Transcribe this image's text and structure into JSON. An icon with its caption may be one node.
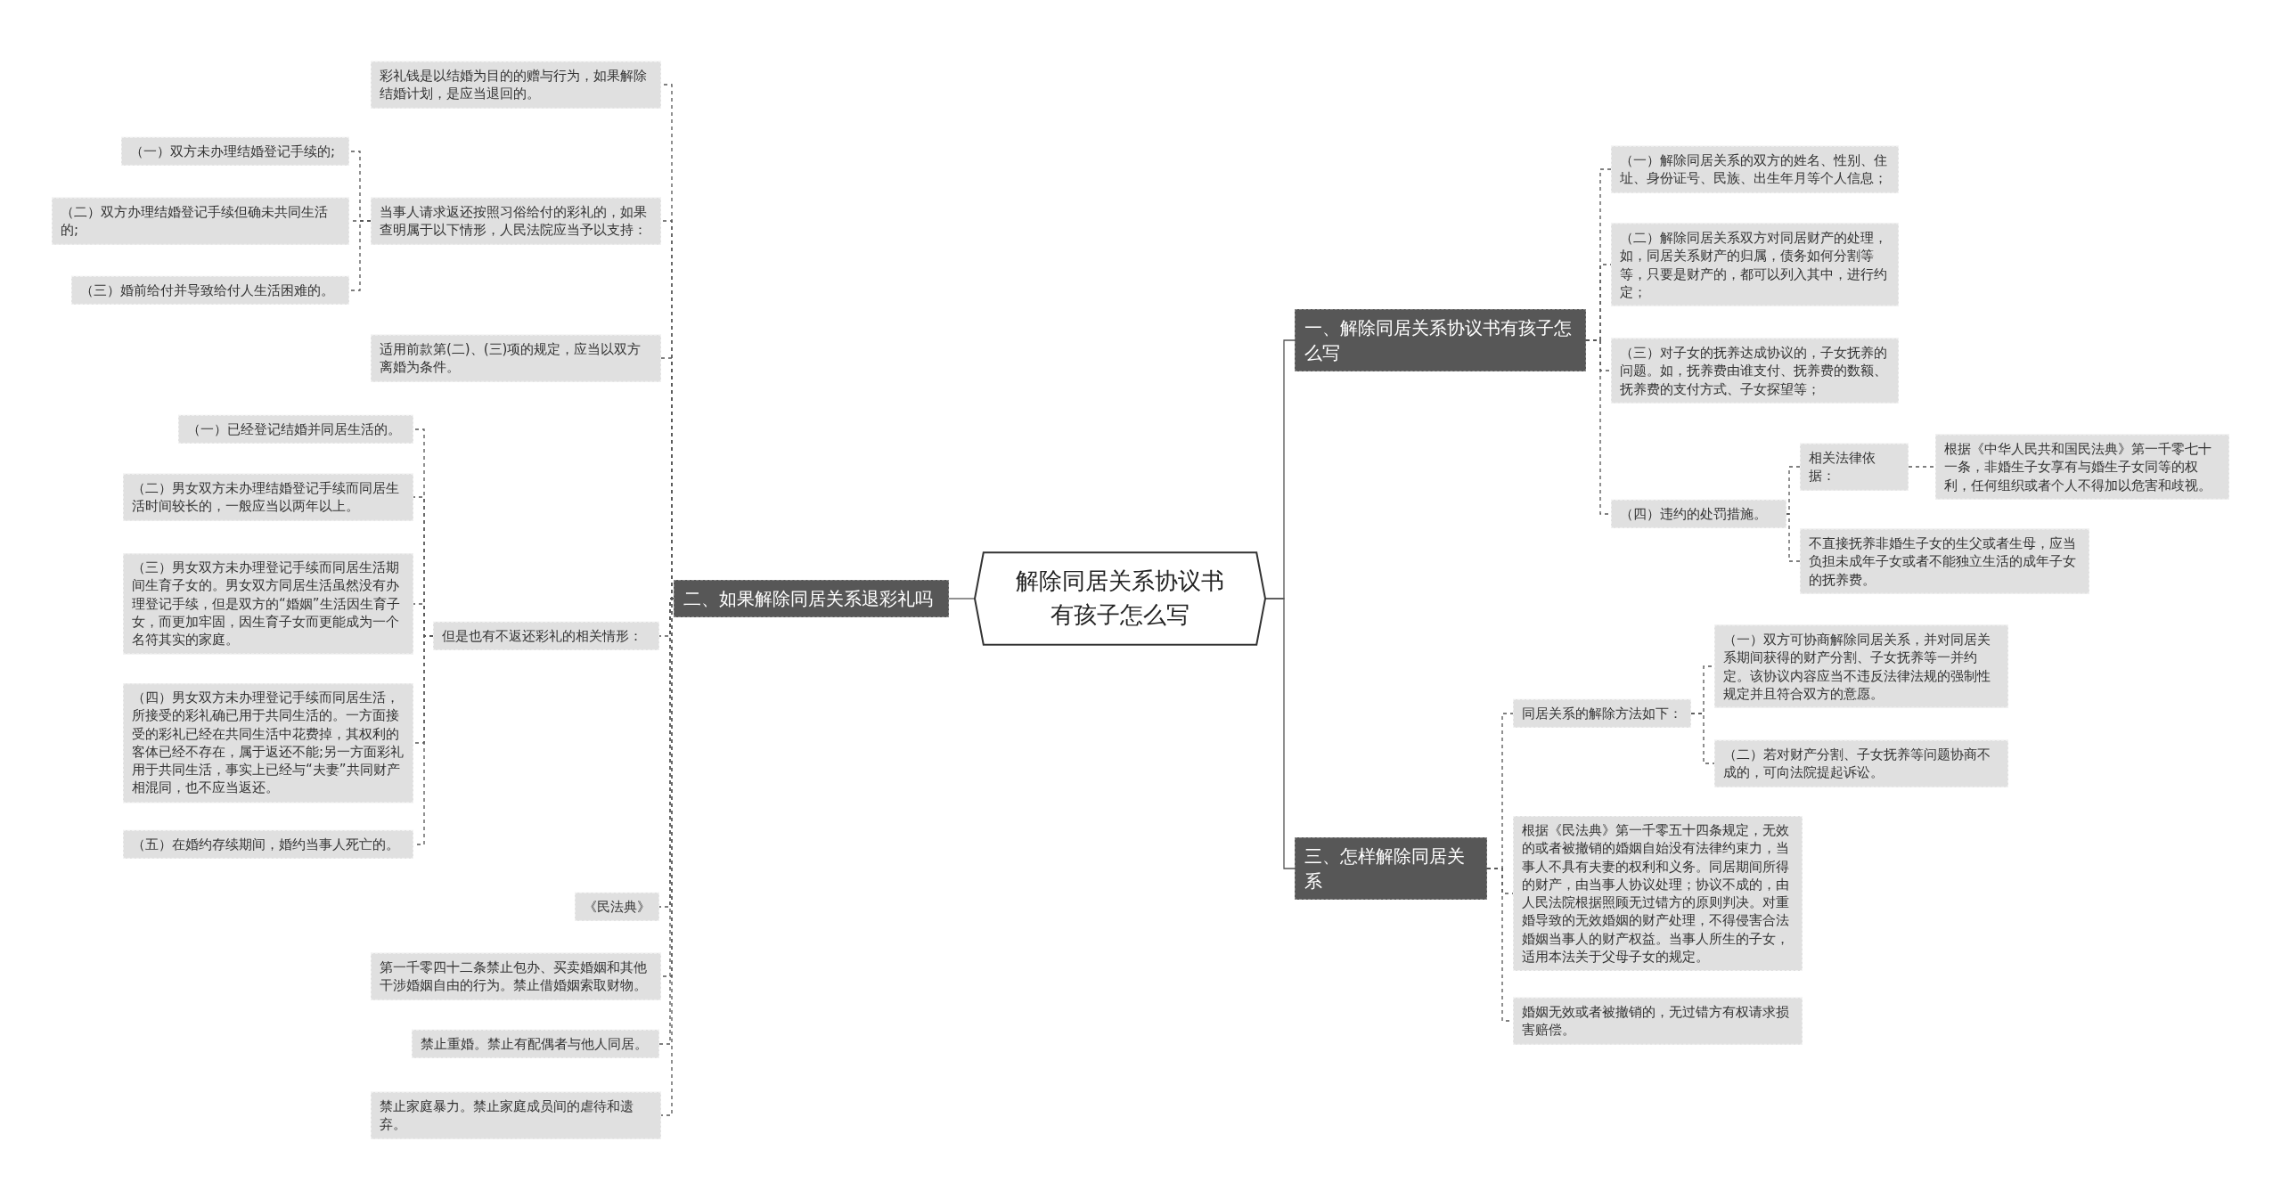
{
  "diagram": {
    "nodes": [
      {
        "text": [
          "解除同居关系协议书有孩子怎么写"
        ]
      },
      {
        "text": [
          "一、解除同居关系协议书有孩子怎么写"
        ]
      },
      {
        "text": [
          "（一）解除同居关系的双方的姓名、性别、住址、身份证号、民族、出生年月等个人信息；"
        ]
      },
      {
        "text": [
          "（二）解除同居关系双方对同居财产的处理，如，同居关系财产的归属，债务如何分割等等，只要是财产的，都可以列入其中，进行约定；"
        ]
      },
      {
        "text": [
          "（三）对子女的抚养达成协议的，子女抚养的问题。如，抚养费由谁支付、抚养费的数额、抚养费的支付方式、子女探望等；"
        ]
      },
      {
        "text": [
          "（四）违约的处罚措施。"
        ]
      },
      {
        "text": [
          "相关法律依据："
        ]
      },
      {
        "text": [
          "根据《中华人民共和国民法典》第一千零七十一条，非婚生子女享有与婚生子女同等的权利，任何组织或者个人不得加以危害和歧视。"
        ]
      },
      {
        "text": [
          "不直接抚养非婚生子女的生父或者生母，应当负担未成年子女或者不能独立生活的成年子女的抚养费。"
        ]
      },
      {
        "text": [
          "三、怎样解除同居关系"
        ]
      },
      {
        "text": [
          "同居关系的解除方法如下："
        ]
      },
      {
        "text": [
          "（一）双方可协商解除同居关系，并对同居关系期间获得的财产分割、子女抚养等一并约定。该协议内容应当不违反法律法规的强制性规定并且符合双方的意愿。"
        ]
      },
      {
        "text": [
          "（二）若对财产分割、子女抚养等问题协商不成的，可向法院提起诉讼。"
        ]
      },
      {
        "text": [
          "根据《民法典》第一千零五十四条规定，无效的或者被撤销的婚姻自始没有法律约束力，当事人不具有夫妻的权利和义务。同居期间所得的财产，由当事人协议处理；协议不成的，由人民法院根据照顾无过错方的原则判决。对重婚导致的无效婚姻的财产处理，不得侵害合法婚姻当事人的财产权益。当事人所生的子女，适用本法关于父母子女的规定。"
        ]
      },
      {
        "text": [
          "婚姻无效或者被撤销的，无过错方有权请求损害赔偿。"
        ]
      },
      {
        "text": [
          "二、如果解除同居关系退彩礼吗"
        ]
      },
      {
        "text": [
          "彩礼钱是以结婚为目的的赠与行为，如果解除结婚计划，是应当退回的。"
        ]
      },
      {
        "text": [
          "当事人请求返还按照习俗给付的彩礼的，如果查明属于以下情形，人民法院应当予以支持："
        ]
      },
      {
        "text": [
          "（一）双方未办理结婚登记手续的;"
        ]
      },
      {
        "text": [
          "（二）双方办理结婚登记手续但确未共同生活的;"
        ]
      },
      {
        "text": [
          "（三）婚前给付并导致给付人生活困难的。"
        ]
      },
      {
        "text": [
          "适用前款第(二)、(三)项的规定，应当以双方离婚为条件。"
        ]
      },
      {
        "text": [
          "但是也有不返还彩礼的相关情形："
        ]
      },
      {
        "text": [
          "（一）已经登记结婚并同居生活的。"
        ]
      },
      {
        "text": [
          "（二）男女双方未办理结婚登记手续而同居生活时间较长的，一般应当以两年以上。"
        ]
      },
      {
        "text": [
          "（三）男女双方未办理登记手续而同居生活期间生育子女的。男女双方同居生活虽然没有办理登记手续，但是双方的“婚姻”生活因生育子女，而更加牢固，因生育子女而更能成为一个名符其实的家庭。"
        ]
      },
      {
        "text": [
          "（四）男女双方未办理登记手续而同居生活，所接受的彩礼确已用于共同生活的。一方面接受的彩礼已经在共同生活中花费掉，其权利的客体已经不存在，属于返还不能;另一方面彩礼用于共同生活，事实上已经与“夫妻”共同财产相混同，也不应当返还。"
        ]
      },
      {
        "text": [
          "（五）在婚约存续期间，婚约当事人死亡的。"
        ]
      },
      {
        "text": [
          "《民法典》"
        ]
      },
      {
        "text": [
          "第一千零四十二条禁止包办、买卖婚姻和其他干涉婚姻自由的行为。禁止借婚姻索取财物。"
        ]
      },
      {
        "text": [
          "禁止重婚。禁止有配偶者与他人同居。"
        ]
      },
      {
        "text": [
          "禁止家庭暴力。禁止家庭成员间的虐待和遗弃。"
        ]
      }
    ],
    "edges": [
      {
        "from": 0,
        "to": 1,
        "arrow": "none"
      },
      {
        "from": 1,
        "to": 2,
        "arrow": "none",
        "style": "dashed"
      },
      {
        "from": 1,
        "to": 3,
        "arrow": "none",
        "style": "dashed"
      },
      {
        "from": 1,
        "to": 4,
        "arrow": "none",
        "style": "dashed"
      },
      {
        "from": 1,
        "to": 5,
        "arrow": "none",
        "style": "dashed"
      },
      {
        "from": 5,
        "to": 6,
        "arrow": "none",
        "style": "dashed"
      },
      {
        "from": 6,
        "to": 7,
        "arrow": "none",
        "style": "dashed"
      },
      {
        "from": 5,
        "to": 8,
        "arrow": "none",
        "style": "dashed"
      },
      {
        "from": 0,
        "to": 9,
        "arrow": "none"
      },
      {
        "from": 9,
        "to": 10,
        "arrow": "none",
        "style": "dashed"
      },
      {
        "from": 10,
        "to": 11,
        "arrow": "none",
        "style": "dashed"
      },
      {
        "from": 10,
        "to": 12,
        "arrow": "none",
        "style": "dashed"
      },
      {
        "from": 9,
        "to": 13,
        "arrow": "none",
        "style": "dashed"
      },
      {
        "from": 9,
        "to": 14,
        "arrow": "none",
        "style": "dashed"
      },
      {
        "from": 0,
        "to": 15,
        "arrow": "none"
      },
      {
        "from": 15,
        "to": 16,
        "arrow": "none",
        "style": "dashed"
      },
      {
        "from": 15,
        "to": 17,
        "arrow": "none",
        "style": "dashed"
      },
      {
        "from": 17,
        "to": 18,
        "arrow": "none",
        "style": "dashed"
      },
      {
        "from": 17,
        "to": 19,
        "arrow": "none",
        "style": "dashed"
      },
      {
        "from": 17,
        "to": 20,
        "arrow": "none",
        "style": "dashed"
      },
      {
        "from": 15,
        "to": 21,
        "arrow": "none",
        "style": "dashed"
      },
      {
        "from": 15,
        "to": 22,
        "arrow": "none",
        "style": "dashed"
      },
      {
        "from": 22,
        "to": 23,
        "arrow": "none",
        "style": "dashed"
      },
      {
        "from": 22,
        "to": 24,
        "arrow": "none",
        "style": "dashed"
      },
      {
        "from": 22,
        "to": 25,
        "arrow": "none",
        "style": "dashed"
      },
      {
        "from": 22,
        "to": 26,
        "arrow": "none",
        "style": "dashed"
      },
      {
        "from": 22,
        "to": 27,
        "arrow": "none",
        "style": "dashed"
      },
      {
        "from": 15,
        "to": 28,
        "arrow": "none",
        "style": "dashed"
      },
      {
        "from": 15,
        "to": 29,
        "arrow": "none",
        "style": "dashed"
      },
      {
        "from": 15,
        "to": 30,
        "arrow": "none",
        "style": "dashed"
      },
      {
        "from": 15,
        "to": 31,
        "arrow": "none",
        "style": "dashed"
      }
    ]
  }
}
